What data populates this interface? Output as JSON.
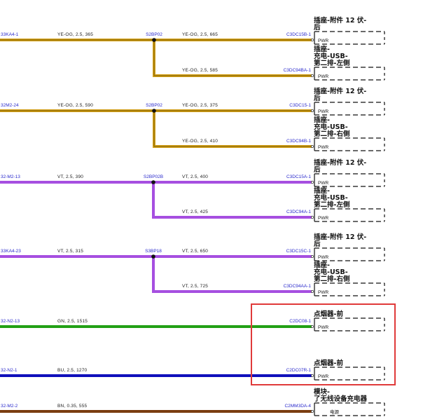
{
  "circuits": [
    {
      "source": "33KA4-1",
      "source_wire": "YE-OG, 2.5, 365",
      "splice": "S2BP02",
      "color": "#d4a017",
      "branches": [
        {
          "wire": "YE-OG, 2.5, 665",
          "connector": "C3DC15B-1",
          "title_lines": [
            "插座-附件 12 伏-",
            "后"
          ],
          "pin": "PWR"
        },
        {
          "wire": "YE-OG, 2.5, 585",
          "connector": "C3DC94BA-1",
          "title_lines": [
            "插座-",
            "充电-USB-",
            "第二排-左侧"
          ],
          "pin": "PWR"
        }
      ]
    },
    {
      "source": "32M2-24",
      "source_wire": "YE-OG, 2.5, 590",
      "splice": "S2BP02",
      "color": "#d4a017",
      "branches": [
        {
          "wire": "YE-OG, 2.5, 375",
          "connector": "C3DC15-1",
          "title_lines": [
            "插座-附件 12 伏-",
            "后"
          ],
          "pin": "PWR"
        },
        {
          "wire": "YE-OG, 2.5, 410",
          "connector": "C3DC94B-1",
          "title_lines": [
            "插座-",
            "充电-USB-",
            "第二排-右侧"
          ],
          "pin": "PWR"
        }
      ]
    },
    {
      "source": "32-M2-13",
      "source_wire": "VT, 2.5, 390",
      "splice": "S2BP02B",
      "color": "#a64fe0",
      "branches": [
        {
          "wire": "VT, 2.5, 400",
          "connector": "C3DC15A-1",
          "title_lines": [
            "插座-附件 12 伏-",
            "后"
          ],
          "pin": "PWR"
        },
        {
          "wire": "VT, 2.5, 425",
          "connector": "C3DC94A-1",
          "title_lines": [
            "插座-",
            "充电-USB-",
            "第二排-左侧"
          ],
          "pin": "PWR"
        }
      ]
    },
    {
      "source": "33KA4-23",
      "source_wire": "VT, 2.5, 315",
      "splice": "S3BP18",
      "color": "#a64fe0",
      "branches": [
        {
          "wire": "VT, 2.5, 650",
          "connector": "C3DC15C-1",
          "title_lines": [
            "插座-附件 12 伏-",
            "后"
          ],
          "pin": "PWR"
        },
        {
          "wire": "VT, 2.5, 725",
          "connector": "C3DC94AA-1",
          "title_lines": [
            "插座-",
            "充电-USB-",
            "第二排-右侧"
          ],
          "pin": "PWR"
        }
      ]
    },
    {
      "source": "32-N2-13",
      "source_wire": "GN, 2.5, 1515",
      "splice": "",
      "color": "#22a015",
      "branches": [
        {
          "wire": "",
          "connector": "C2DC08-1",
          "title_lines": [
            "点烟器-前"
          ],
          "pin": "PWR"
        }
      ]
    },
    {
      "source": "32-N2-1",
      "source_wire": "BU, 2.5, 1270",
      "splice": "",
      "color": "#1010bb",
      "branches": [
        {
          "wire": "",
          "connector": "C2DC07R-1",
          "title_lines": [
            "点烟器-前"
          ],
          "pin": "PWR"
        }
      ]
    },
    {
      "source": "32-M2-2",
      "source_wire": "BN, 0.35, 555",
      "splice": "",
      "color": "#7a3d10",
      "branches": [
        {
          "wire": "",
          "connector": "C2MM3DA-4",
          "title_lines": [
            "模块-",
            "了无线设备充电器"
          ],
          "pin": "电源"
        }
      ]
    }
  ],
  "highlight_color": "#e03a3a"
}
